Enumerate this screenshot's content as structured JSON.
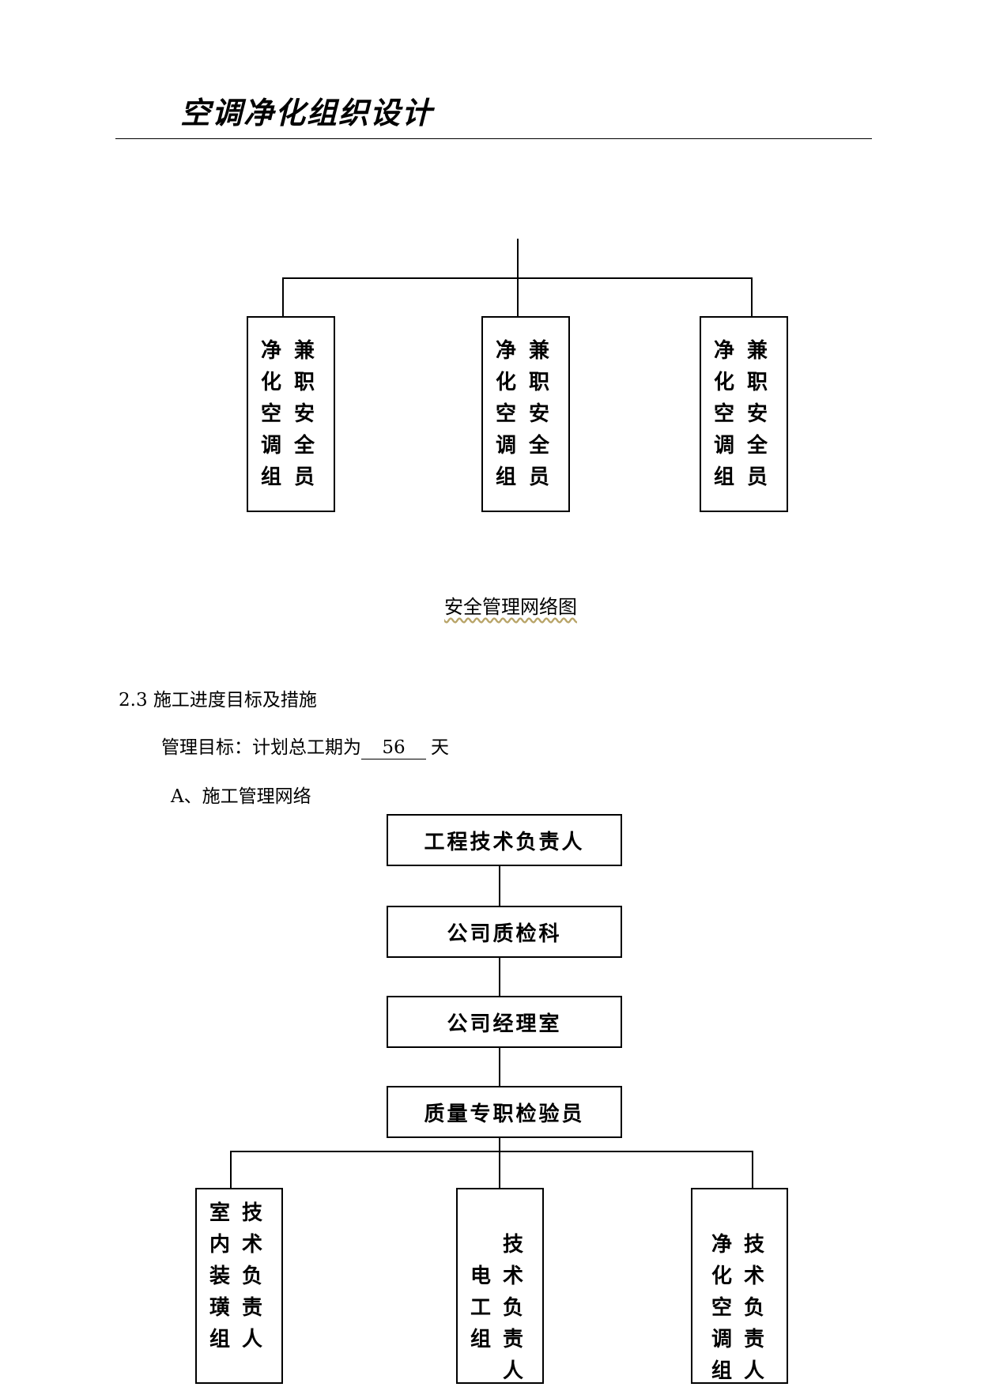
{
  "header": {
    "title": "空调净化组织设计"
  },
  "safety_network": {
    "groups": [
      {
        "left_col": "净化空调组",
        "right_col": "兼职安全员"
      },
      {
        "left_col": "净化空调组",
        "right_col": "兼职安全员"
      },
      {
        "left_col": "净化空调组",
        "right_col": "兼职安全员"
      }
    ],
    "caption": "安全管理网络图"
  },
  "section": {
    "heading": "2.3 施工进度目标及措施",
    "goal_prefix": "管理目标：计划总工期为",
    "goal_days": "56",
    "goal_suffix": "天",
    "subheading": "A、施工管理网络"
  },
  "construction_network": {
    "chain": [
      "工程技术负责人",
      "公司质检科",
      "公司经理室",
      "质量专职检验员"
    ],
    "groups": [
      {
        "left_col": "室内装璜组",
        "right_col": "技术负责人"
      },
      {
        "left_col": "电工组",
        "right_col": "技术负责人"
      },
      {
        "left_col": "净化空调组",
        "right_col": "技术负责人"
      }
    ]
  }
}
